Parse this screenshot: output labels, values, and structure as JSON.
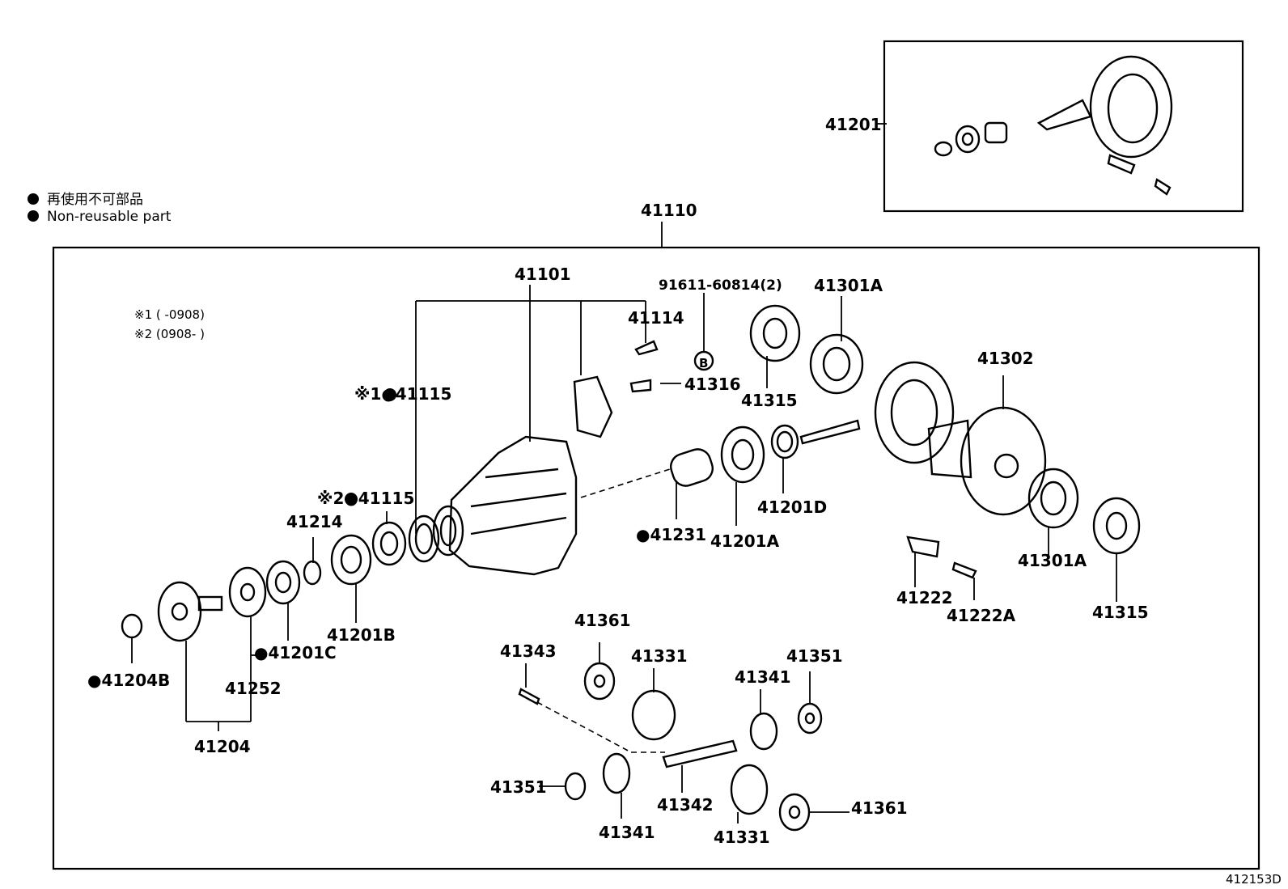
{
  "legend": {
    "jp": "再使用不可部品",
    "en": "Non-reusable part"
  },
  "notes": {
    "n1": "※1 (     -0908)",
    "n2": "※2 (0908-      )"
  },
  "diagram_code": "412153D",
  "labels": {
    "p41201": "41201",
    "p41110": "41110",
    "p41101": "41101",
    "p91611": "91611-60814(2)",
    "p41301A_top": "41301A",
    "p41114": "41114",
    "circB": "B",
    "p41316": "41316",
    "p41315_top": "41315",
    "p41302": "41302",
    "p41115_1": "※1●41115",
    "p41115_2": "※2●41115",
    "p41214": "41214",
    "p41231": "●41231",
    "p41201A": "41201A",
    "p41201D": "41201D",
    "p41301A_bot": "41301A",
    "p41222": "41222",
    "p41222A": "41222A",
    "p41315_bot": "41315",
    "p41201B": "41201B",
    "p41201C": "●41201C",
    "p41204B": "●41204B",
    "p41252": "41252",
    "p41204": "41204",
    "p41361_top": "41361",
    "p41343": "41343",
    "p41331_top": "41331",
    "p41341_top": "41341",
    "p41351_top": "41351",
    "p41351_bot": "41351",
    "p41341_bot": "41341",
    "p41342": "41342",
    "p41331_bot": "41331",
    "p41361_bot": "41361"
  }
}
